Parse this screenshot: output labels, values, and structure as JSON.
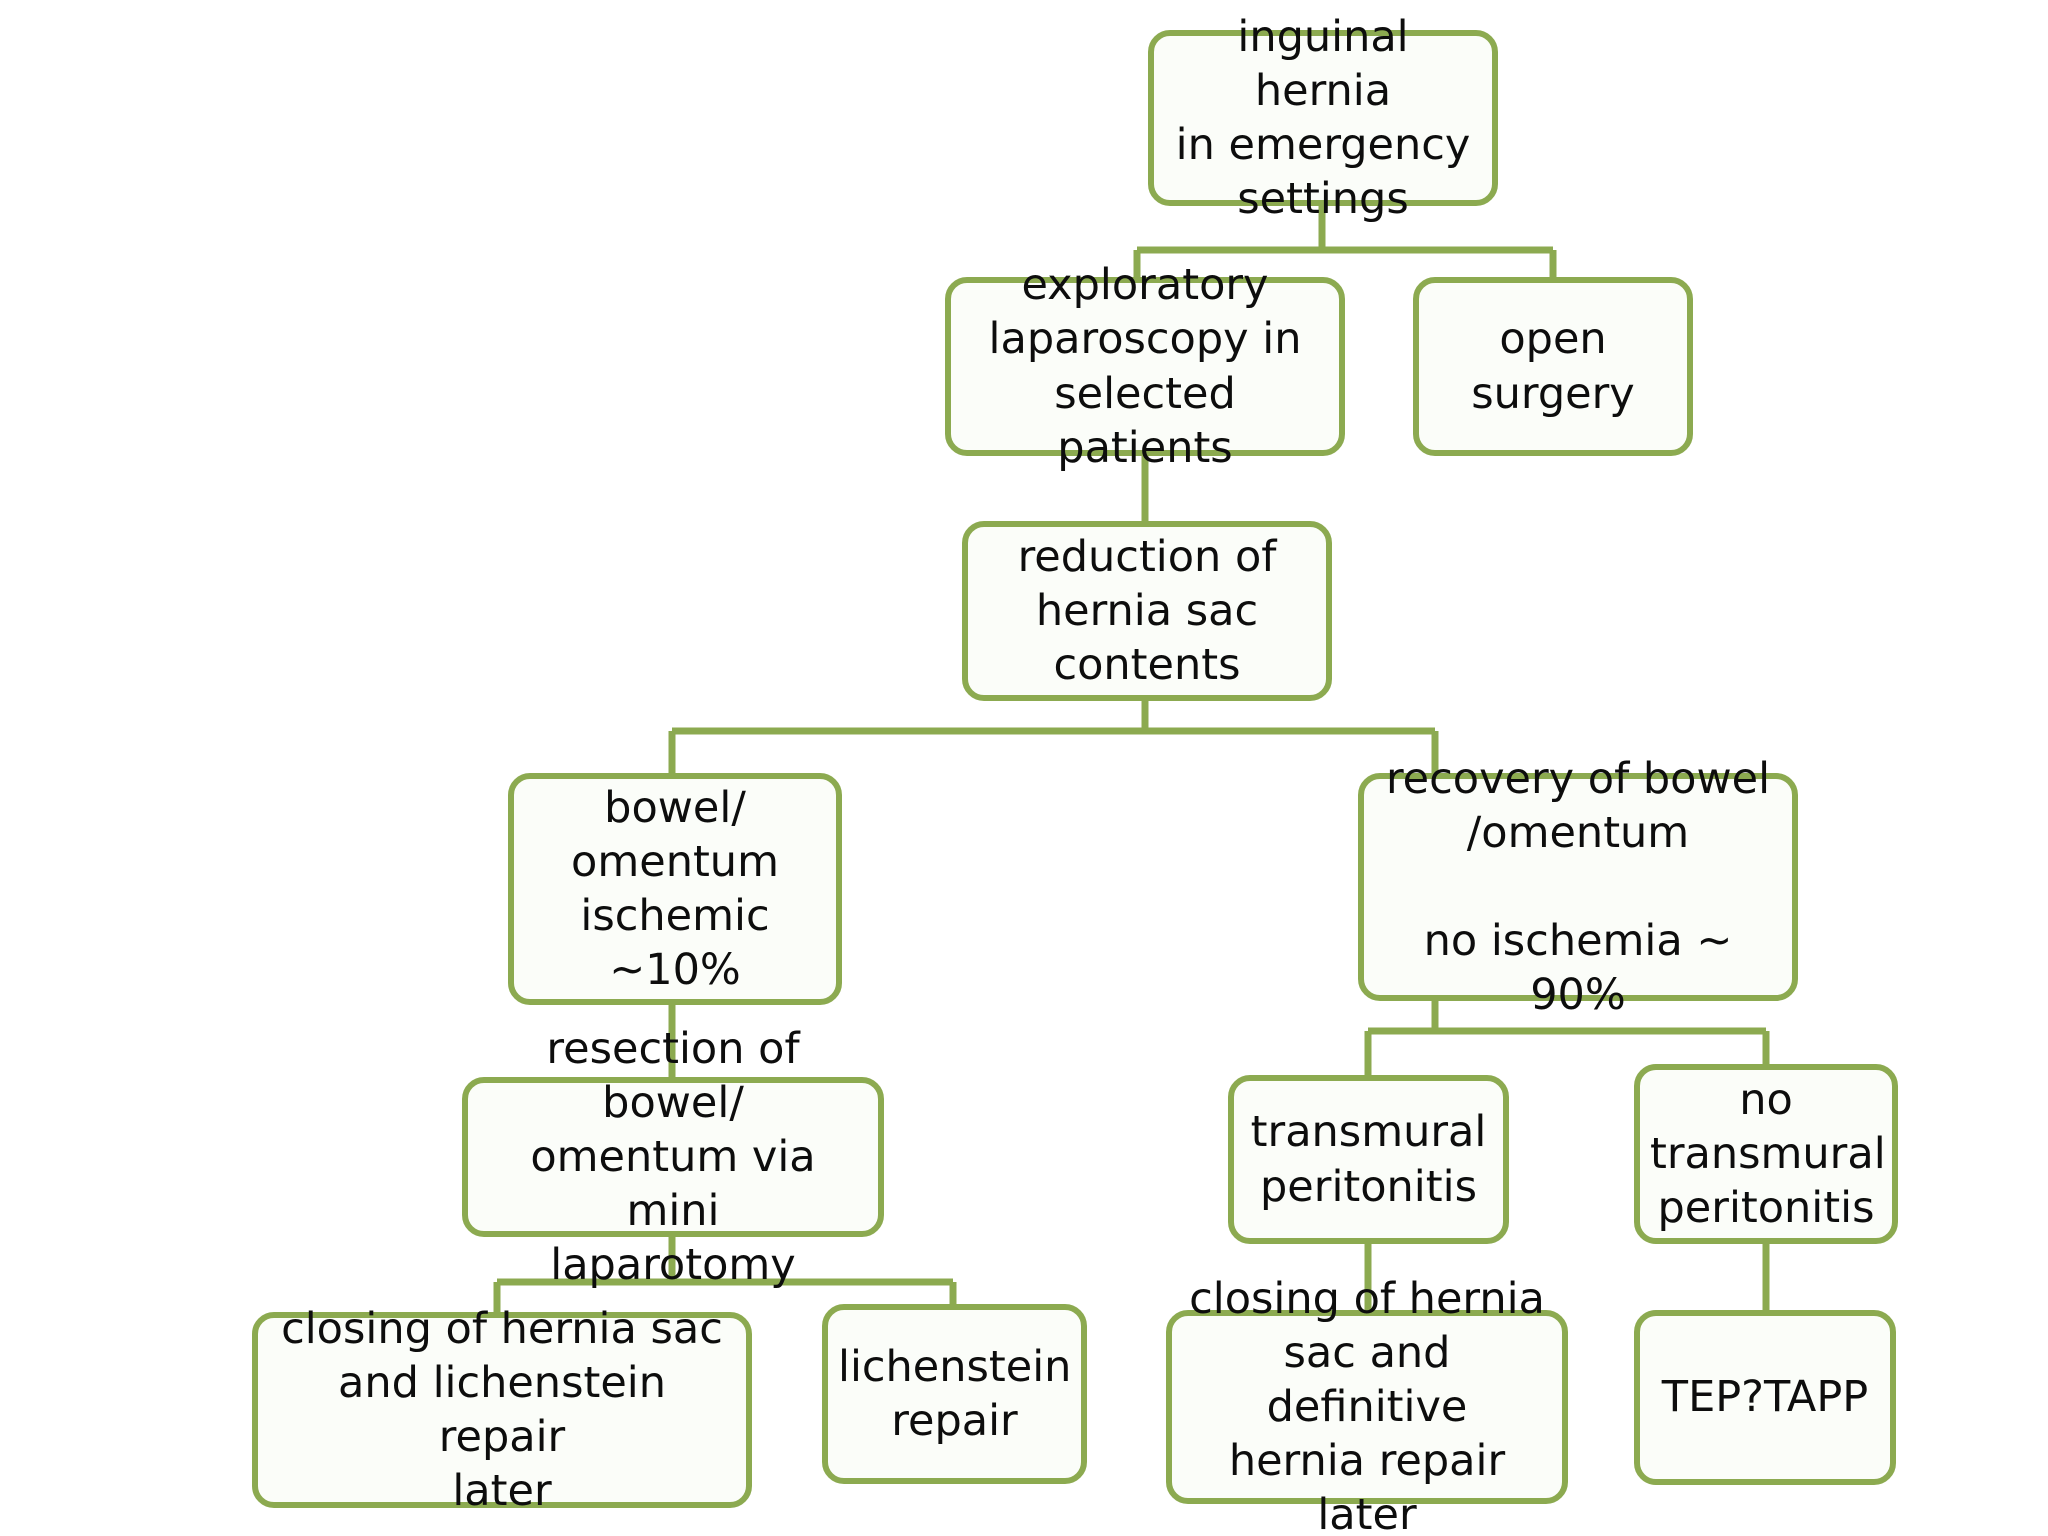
{
  "diagram": {
    "title": "inguinal hernia in emergency settings management algorithm",
    "accent_color": "#8CAA50",
    "node_fill": "#fbfdf9",
    "text_color": "#0d0d0d",
    "background": "#ffffff",
    "nodes": [
      {
        "id": "root",
        "label": "inguinal hernia\nin emergency\nsettings"
      },
      {
        "id": "lap",
        "label": "exploratory\nlaparoscopy in\nselected patients"
      },
      {
        "id": "open",
        "label": "open\nsurgery"
      },
      {
        "id": "reduction",
        "label": "reduction of\nhernia sac\ncontents"
      },
      {
        "id": "ischemic",
        "label": "bowel/\nomentum\nischemic ~10%"
      },
      {
        "id": "recovery",
        "label": "recovery of bowel\n/omentum\n\nno ischemia ~  90%"
      },
      {
        "id": "resection",
        "label": "resection of bowel/\nomentum via mini\nlaparotomy"
      },
      {
        "id": "transmural",
        "label": "transmural\nperitonitis"
      },
      {
        "id": "no_transmural",
        "label": "no\ntransmural\nperitonitis"
      },
      {
        "id": "closing_lichen",
        "label": "closing of hernia sac\nand lichenstein repair\nlater"
      },
      {
        "id": "lichen",
        "label": "lichenstein\nrepair"
      },
      {
        "id": "closing_def",
        "label": "closing of hernia\nsac and definitive\nhernia repair later"
      },
      {
        "id": "tep_tapp",
        "label": "TEP?TAPP"
      }
    ],
    "edges": [
      {
        "from": "root",
        "to": "lap"
      },
      {
        "from": "root",
        "to": "open"
      },
      {
        "from": "lap",
        "to": "reduction"
      },
      {
        "from": "reduction",
        "to": "ischemic"
      },
      {
        "from": "reduction",
        "to": "recovery"
      },
      {
        "from": "ischemic",
        "to": "resection"
      },
      {
        "from": "resection",
        "to": "closing_lichen"
      },
      {
        "from": "resection",
        "to": "lichen"
      },
      {
        "from": "recovery",
        "to": "transmural"
      },
      {
        "from": "recovery",
        "to": "no_transmural"
      },
      {
        "from": "transmural",
        "to": "closing_def"
      },
      {
        "from": "no_transmural",
        "to": "tep_tapp"
      }
    ]
  }
}
